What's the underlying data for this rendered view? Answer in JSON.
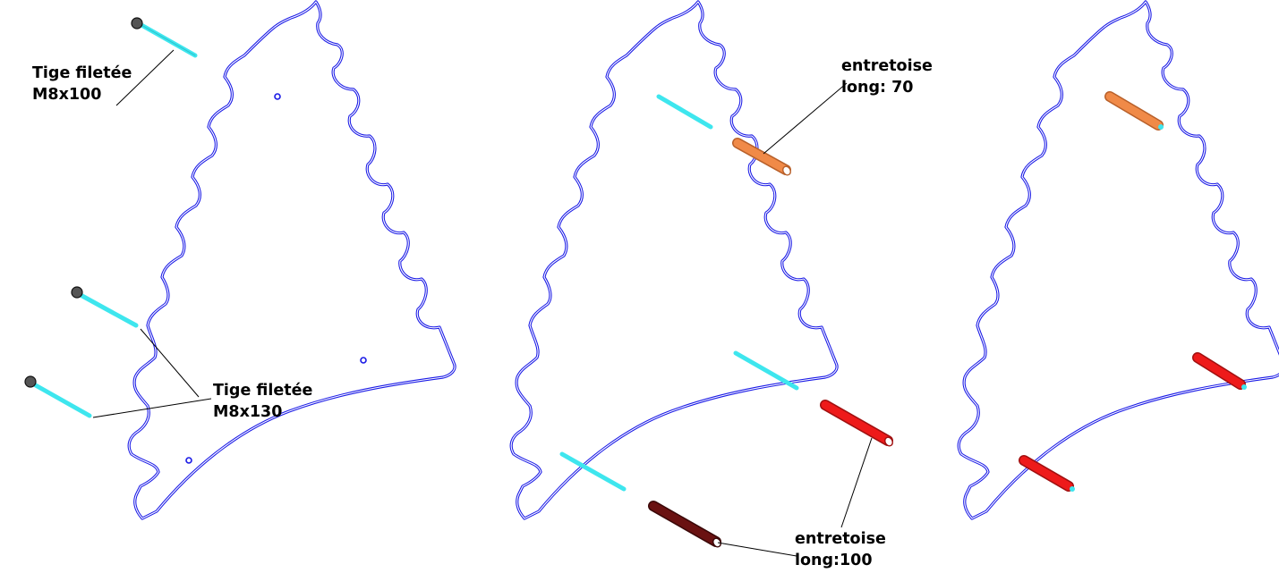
{
  "labels": {
    "rod_100": [
      "Tige filetée",
      "M8x100"
    ],
    "rod_130": [
      "Tige filetée",
      "M8x130"
    ],
    "spacer_70": [
      "entretoise",
      "long: 70"
    ],
    "spacer_100": [
      "entretoise",
      "long:100"
    ]
  },
  "colors": {
    "outline": "#1a1ae6",
    "threaded_rod": "#3ee6ee",
    "nut": "#555555",
    "spacer_70": "#f08a48",
    "spacer_100_red": "#ee1a1a",
    "spacer_100_dark": "#6a1212"
  }
}
